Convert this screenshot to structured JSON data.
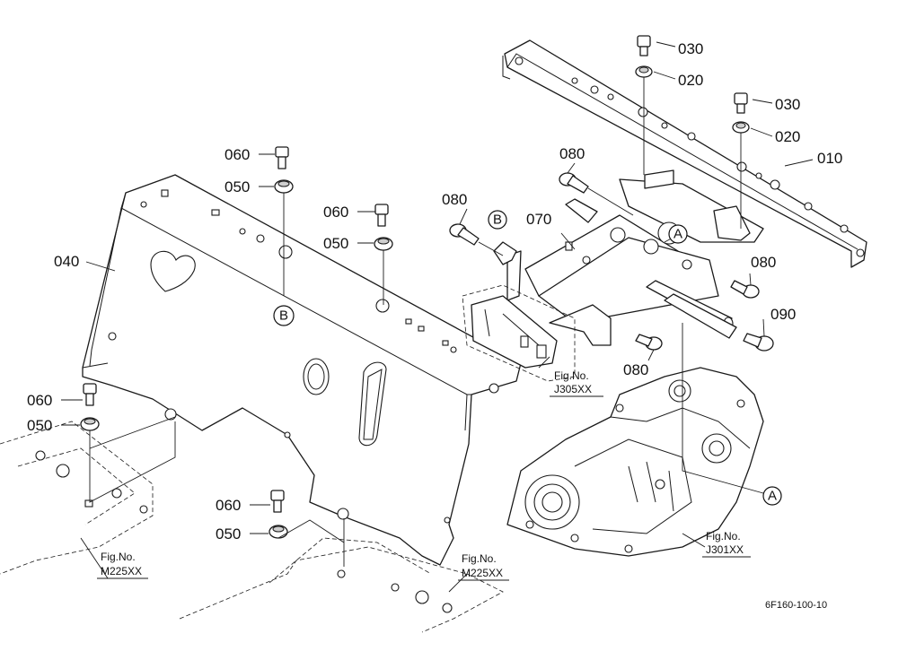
{
  "parts": {
    "p010": "010",
    "p020a": "020",
    "p020b": "020",
    "p030a": "030",
    "p030b": "030",
    "p040": "040",
    "p050a": "050",
    "p050b": "050",
    "p050c": "050",
    "p050d": "050",
    "p060a": "060",
    "p060b": "060",
    "p060c": "060",
    "p060d": "060",
    "p070": "070",
    "p080a": "080",
    "p080b": "080",
    "p080c": "080",
    "p080d": "080",
    "p090": "090"
  },
  "callouts": {
    "A1": "A",
    "A2": "A",
    "B1": "B",
    "B2": "B"
  },
  "refs": {
    "fig_label": "Fig.No.",
    "j305": "J305XX",
    "j301": "J301XX",
    "m225_left": "M225XX",
    "m225_right": "M225XX"
  },
  "drawing_code": "6F160-100-10"
}
